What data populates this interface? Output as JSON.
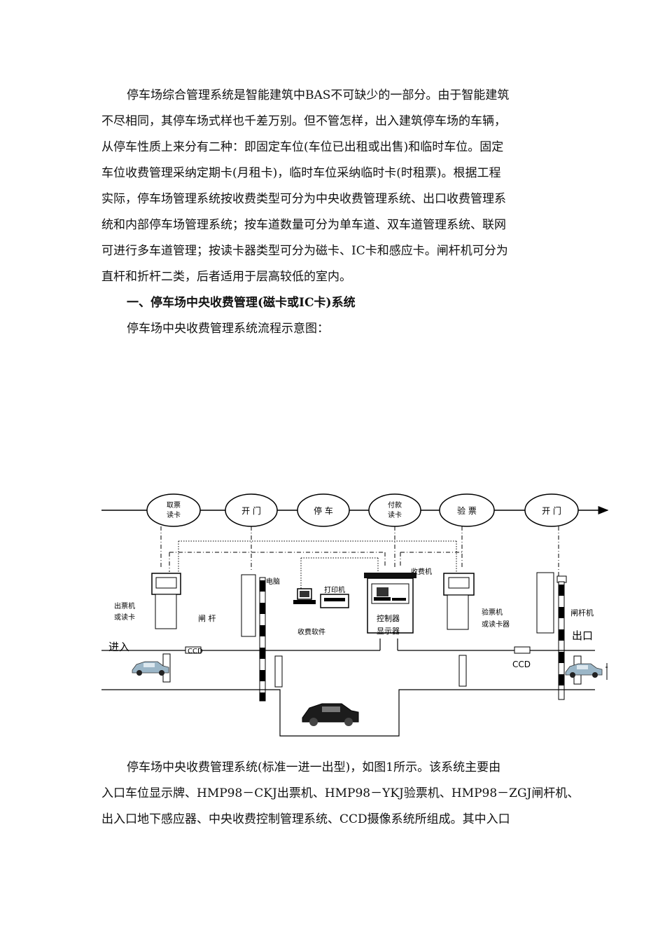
{
  "intro": {
    "lines": [
      "停车场综合管理系统是智能建筑中BAS不可缺少的一部分。由于智能建筑",
      "不尽相同，其停车场式样也千差万别。但不管怎样，出入建筑停车场的车辆，",
      "从停车性质上来分有二种：即固定车位(车位已出租或出售)和临时车位。固定",
      "车位收费管理采纳定期卡(月租卡)，临时车位采纳临时卡(时租票)。根据工程",
      "实际，停车场管理系统按收费类型可分为中央收费管理系统、出口收费管理系",
      "统和内部停车场管理系统；按车道数量可分为单车道、双车道管理系统、联网",
      "可进行多车道管理；按读卡器类型可分为磁卡、IC卡和感应卡。闸杆机可分为",
      "直杆和折杆二类，后者适用于层高较低的室内。"
    ]
  },
  "section_heading": "一、停车场中央收费管理(磁卡或IC卡)系统",
  "diagram_caption": "停车场中央收费管理系统流程示意图：",
  "diagram": {
    "flow_steps": [
      {
        "line1": "取票",
        "line2": "读卡"
      },
      {
        "line1": "开 门",
        "line2": ""
      },
      {
        "line1": "停 车",
        "line2": ""
      },
      {
        "line1": "付款",
        "line2": "读卡"
      },
      {
        "line1": "验 票",
        "line2": ""
      },
      {
        "line1": "开 门",
        "line2": ""
      }
    ],
    "labels": {
      "ticket_machine_line1": "出票机",
      "ticket_machine_line2": "或读卡",
      "barrier": "闸 杆",
      "computer": "电脑",
      "printer": "打印机",
      "fee_software": "收费软件",
      "cashier": "收费机",
      "controller_line1": "控制器",
      "controller_line2": "显示器",
      "validator_line1": "验票机",
      "validator_line2": "或读卡器",
      "gate_machine": "闸杆机",
      "entry": "进入",
      "exit": "出口",
      "ccd_entry": "CCD",
      "ccd_exit": "CCD"
    }
  },
  "description": {
    "lines": [
      "停车场中央收费管理系统(标准一进一出型)，如图1所示。该系统主要由",
      "入口车位显示牌、HMP98－CKJ出票机、HMP98－YKJ验票机、HMP98－ZGJ闸杆机、",
      "出入口地下感应器、中央收费控制管理系统、CCD摄像系统所组成。其中入口"
    ]
  }
}
